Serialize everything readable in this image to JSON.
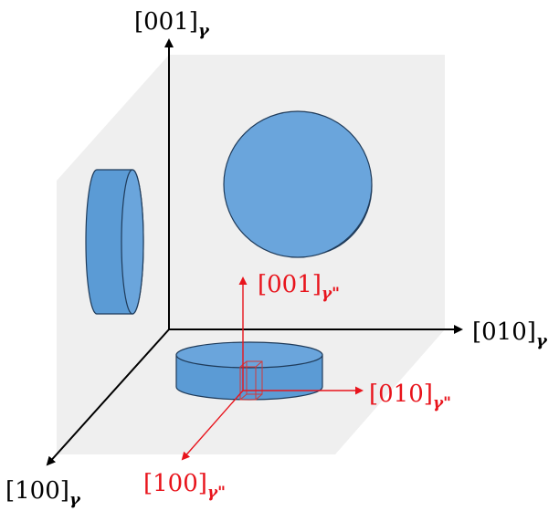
{
  "labels": {
    "gamma_001": {
      "text": "[001]",
      "sub": "γ"
    },
    "gamma_010": {
      "text": "[010]",
      "sub": "γ"
    },
    "gamma_100": {
      "text": "[100]",
      "sub": "γ"
    },
    "gpp_001": {
      "text": "[001]",
      "sub": "γ\""
    },
    "gpp_010": {
      "text": "[010]",
      "sub": "γ\""
    },
    "gpp_100": {
      "text": "[100]",
      "sub": "γ\""
    }
  },
  "colors": {
    "plane_fill": "#efefef",
    "disk_fill": "#5b9bd5",
    "disk_face": "#6aa5dc",
    "disk_stroke": "#1f3b5a",
    "axis": "#000000",
    "red_axis": "#e8141c"
  }
}
